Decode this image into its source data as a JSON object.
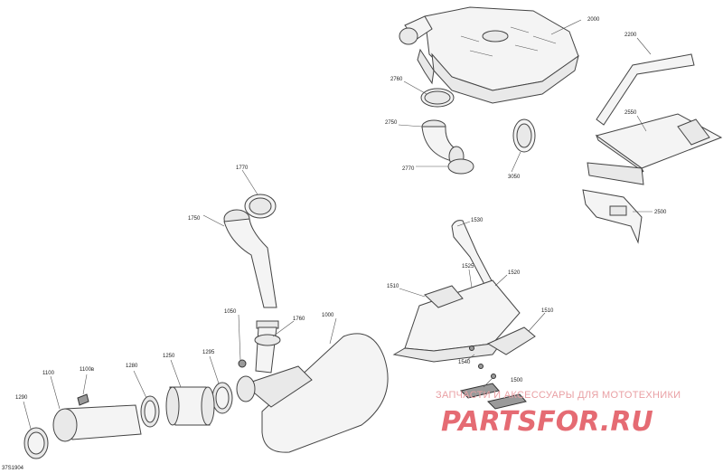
{
  "diagram": {
    "labels": [
      {
        "text": "2000"
      },
      {
        "text": "2200"
      },
      {
        "text": "2760"
      },
      {
        "text": "2750"
      },
      {
        "text": "2550"
      },
      {
        "text": "3050"
      },
      {
        "text": "2770"
      },
      {
        "text": "2500"
      },
      {
        "text": "1770"
      },
      {
        "text": "1750"
      },
      {
        "text": "1530"
      },
      {
        "text": "1525"
      },
      {
        "text": "1520"
      },
      {
        "text": "1510"
      },
      {
        "text": "1510"
      },
      {
        "text": "1050"
      },
      {
        "text": "1760"
      },
      {
        "text": "1000"
      },
      {
        "text": "1540"
      },
      {
        "text": "1500"
      },
      {
        "text": "1100в"
      },
      {
        "text": "1280"
      },
      {
        "text": "1250"
      },
      {
        "text": "1295"
      },
      {
        "text": "1100"
      },
      {
        "text": "1290"
      }
    ],
    "code": "37S1904"
  },
  "watermark": {
    "tagline": "ЗАПЧАСТИ И АКСЕССУАРЫ ДЛЯ МОТОТЕХНИКИ",
    "brand": "PARTSFOR.RU"
  }
}
